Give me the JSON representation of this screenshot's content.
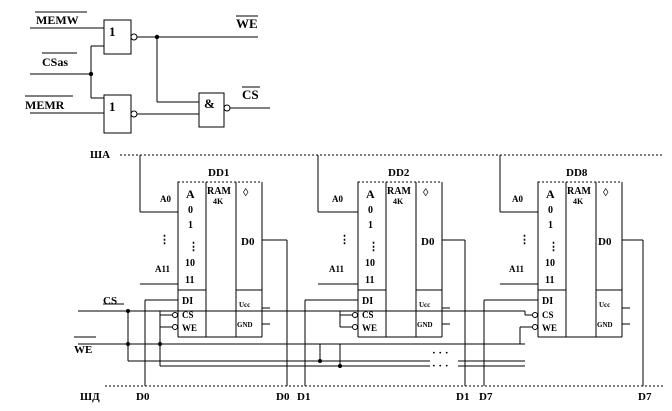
{
  "signals": {
    "memw": "MEMW",
    "csas": "CSas",
    "memr": "MEMR",
    "we": "WE",
    "cs": "CS"
  },
  "gates": {
    "or_top": "1",
    "or_bottom": "1",
    "and": "&"
  },
  "buses": {
    "address": "ША",
    "data": "ШД"
  },
  "chips": [
    {
      "id": "DD1",
      "type": "RAM",
      "size": "4K",
      "symbol": "◊",
      "out": "D0"
    },
    {
      "id": "DD2",
      "type": "RAM",
      "size": "4K",
      "symbol": "◊",
      "out": "D0"
    },
    {
      "id": "DD8",
      "type": "RAM",
      "size": "4K",
      "symbol": "◊",
      "out": "D0"
    }
  ],
  "chip_pins": {
    "a": "A",
    "a0": "0",
    "a1": "1",
    "a10": "10",
    "a11": "11",
    "di": "DI",
    "cs": "CS",
    "we": "WE",
    "ucc": "Ucc",
    "gnd": "GND"
  },
  "bus_taps": {
    "a0": "A0",
    "a11": "A11"
  },
  "left_labels": {
    "cs": "CS",
    "we": "WE"
  },
  "data_lines": [
    "D0",
    "D0",
    "D1",
    "D1",
    "D7",
    "D7"
  ],
  "ellipsis": "⋮",
  "hellipsis": "· · ·"
}
